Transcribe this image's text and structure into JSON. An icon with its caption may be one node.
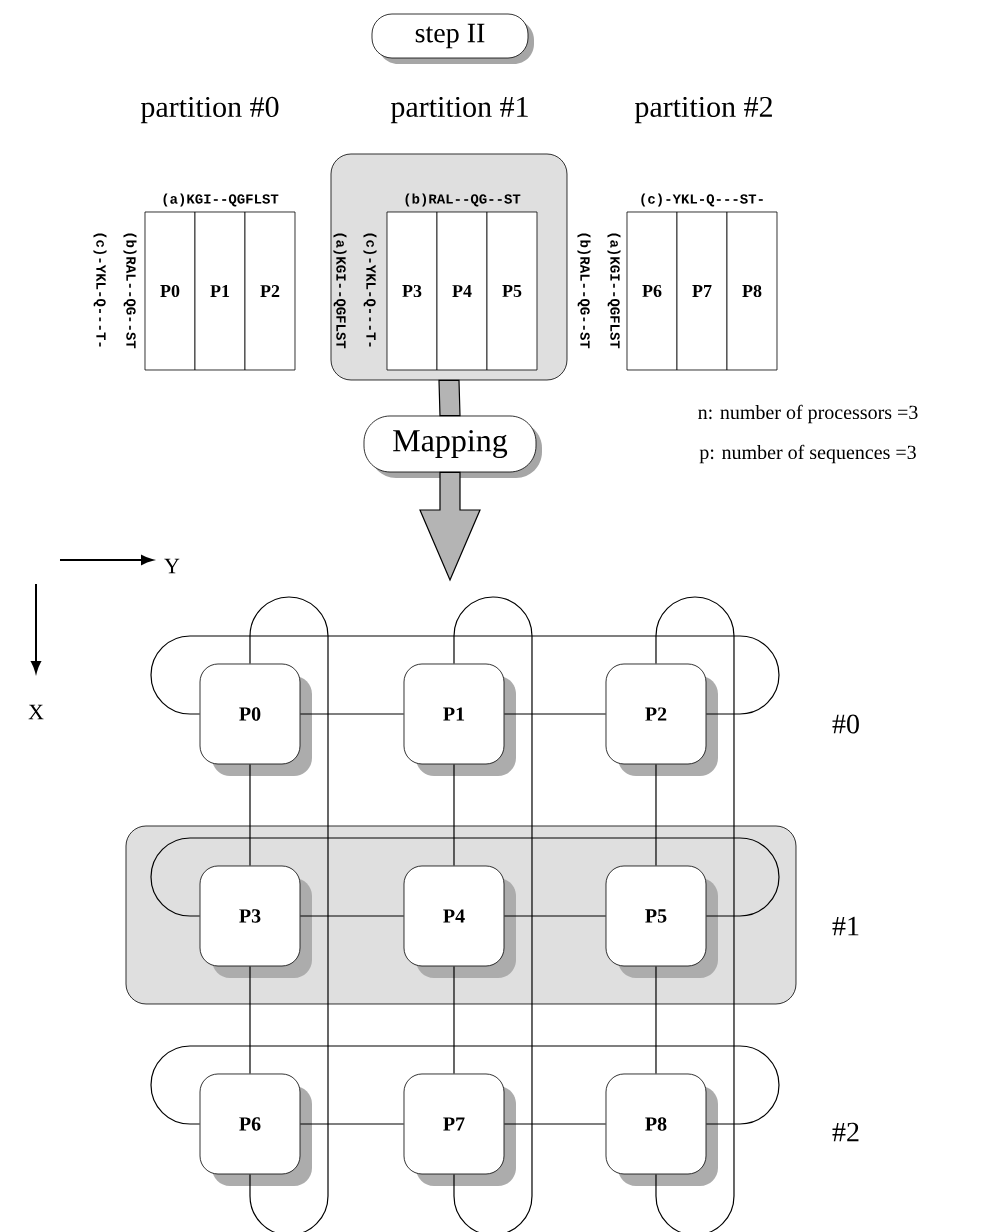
{
  "diagram": {
    "nodes": [
      {
        "text": [
          "step II"
        ]
      },
      {
        "text": [],
        "shape": "box"
      },
      {
        "text": [
          "P0"
        ]
      },
      {
        "text": [
          "P1"
        ]
      },
      {
        "text": [
          "P2"
        ]
      },
      {
        "text": [
          "P3"
        ],
        "in": 1
      },
      {
        "text": [
          "P4"
        ],
        "in": 1
      },
      {
        "text": [
          "P5"
        ],
        "in": 1
      },
      {
        "text": [
          "P6"
        ]
      },
      {
        "text": [
          "P7"
        ]
      },
      {
        "text": [
          "P8"
        ]
      },
      {
        "text": [
          "Mapping"
        ]
      },
      {
        "text": [],
        "shape": "box"
      },
      {
        "text": [
          "P0"
        ]
      },
      {
        "text": [
          "P1"
        ]
      },
      {
        "text": [
          "P2"
        ]
      },
      {
        "text": [
          "P3"
        ],
        "in": 12
      },
      {
        "text": [
          "P4"
        ],
        "in": 12
      },
      {
        "text": [
          "P5"
        ],
        "in": 12
      },
      {
        "text": [
          "P6"
        ]
      },
      {
        "text": [
          "P7"
        ]
      },
      {
        "text": [
          "P8"
        ]
      }
    ],
    "edges": [
      {
        "from": 1,
        "to": 11,
        "arrow": "none",
        "style": "thick",
        "color": "#b4b4b4"
      },
      {
        "from": 11,
        "to": null,
        "arrow": "to",
        "style": "thick",
        "color": "#b4b4b4"
      },
      {
        "from": 13,
        "to": 14,
        "arrow": "none"
      },
      {
        "from": 14,
        "to": 15,
        "arrow": "none"
      },
      {
        "from": 13,
        "to": 15,
        "arrow": "none"
      },
      {
        "from": 16,
        "to": 17,
        "arrow": "none"
      },
      {
        "from": 17,
        "to": 18,
        "arrow": "none"
      },
      {
        "from": 16,
        "to": 18,
        "arrow": "none"
      },
      {
        "from": 19,
        "to": 20,
        "arrow": "none"
      },
      {
        "from": 20,
        "to": 21,
        "arrow": "none"
      },
      {
        "from": 19,
        "to": 21,
        "arrow": "none"
      },
      {
        "from": 13,
        "to": 16,
        "arrow": "none"
      },
      {
        "from": 16,
        "to": 19,
        "arrow": "none"
      },
      {
        "from": 13,
        "to": 19,
        "arrow": "none"
      },
      {
        "from": 14,
        "to": 17,
        "arrow": "none"
      },
      {
        "from": 17,
        "to": 20,
        "arrow": "none"
      },
      {
        "from": 14,
        "to": 20,
        "arrow": "none"
      },
      {
        "from": 15,
        "to": 18,
        "arrow": "none"
      },
      {
        "from": 18,
        "to": 21,
        "arrow": "none"
      },
      {
        "from": 15,
        "to": 21,
        "arrow": "none"
      }
    ],
    "labels": [
      "partition #0",
      "partition #1",
      "partition #2",
      "(a)KGI--QGFLST",
      "(c)-YKL-Q---T-",
      "(b)RAL--QG--ST",
      "(b)RAL--QG--ST",
      "(a)KGI--QGFLST",
      "(c)-YKL-Q---T-",
      "(c)-YKL-Q---ST-",
      "(b)RAL--QG--ST",
      "(a)KGI--QGFLST",
      "n: number of processors =3",
      "p: number of sequences =3",
      "Y",
      "X",
      "#0",
      "#1",
      "#2"
    ]
  }
}
